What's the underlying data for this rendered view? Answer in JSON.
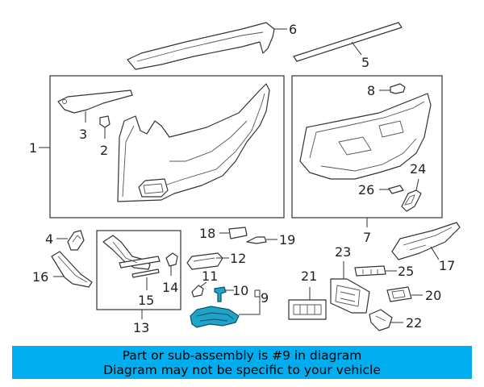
{
  "callouts": {
    "c1": "1",
    "c2": "2",
    "c3": "3",
    "c4": "4",
    "c5": "5",
    "c6": "6",
    "c7": "7",
    "c8": "8",
    "c9": "9",
    "c10": "10",
    "c11": "11",
    "c12": "12",
    "c13": "13",
    "c14": "14",
    "c15": "15",
    "c16": "16",
    "c17": "17",
    "c18": "18",
    "c19": "19",
    "c20": "20",
    "c21": "21",
    "c22": "22",
    "c23": "23",
    "c24": "24",
    "c25": "25",
    "c26": "26"
  },
  "banner": {
    "line1": "Part or sub-assembly is #9 in diagram",
    "line2": "Diagram may not be specific to your vehicle"
  },
  "colors": {
    "highlight": "#1fa3c9",
    "banner": "#00aeef"
  }
}
